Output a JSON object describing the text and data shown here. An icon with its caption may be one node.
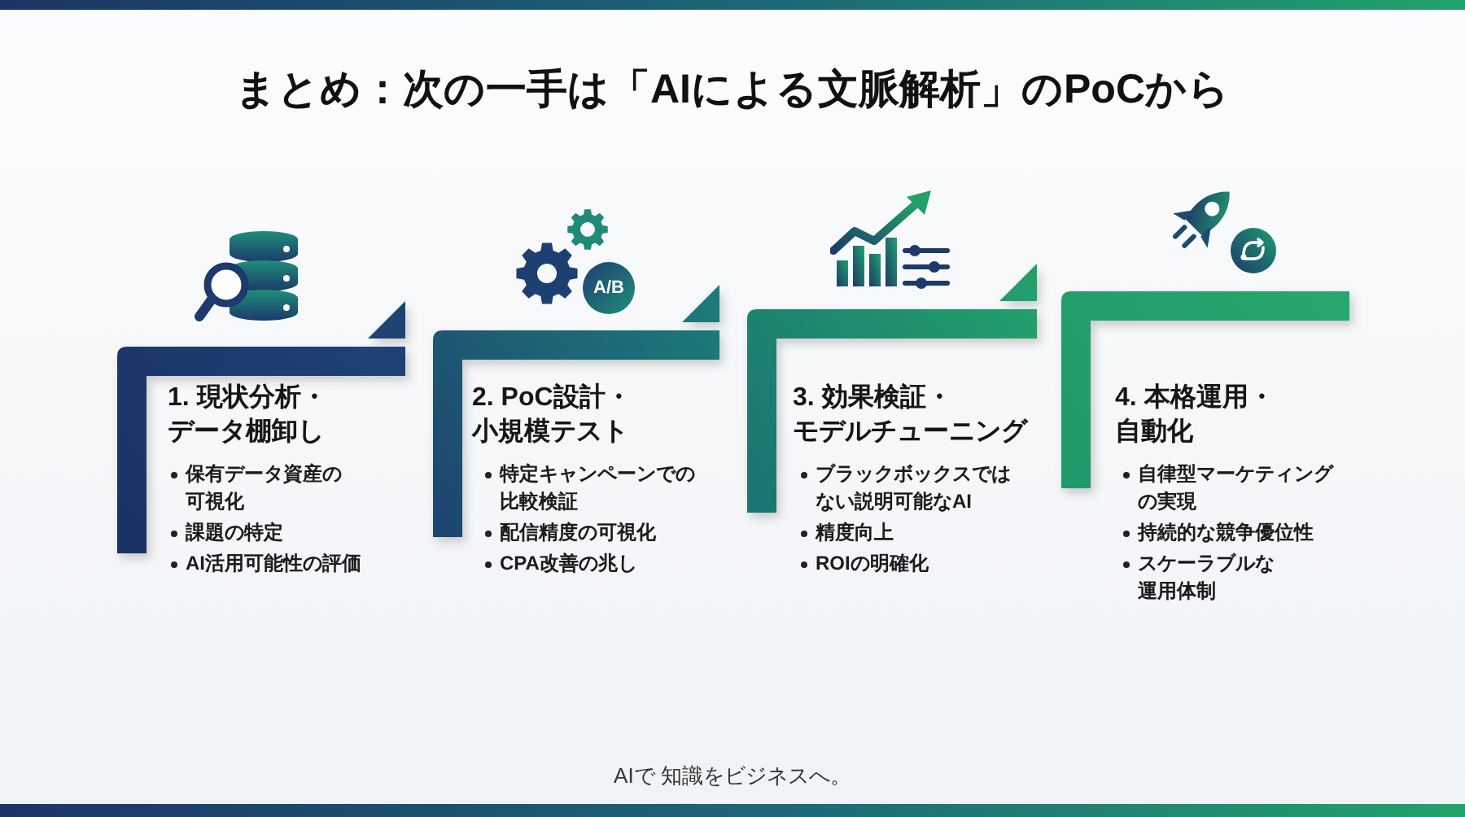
{
  "diagram": {
    "title": "まとめ：次の一手は「AIによる文脈解析」のPoCから",
    "nodes": [
      {
        "text": [
          "1. 現状分析・データ棚卸し",
          "保有データ資産の可視化",
          "課題の特定",
          "AI活用可能性の評価"
        ]
      },
      {
        "text": [
          "2. PoC設計・小規模テスト",
          "特定キャンペーンでの比較検証",
          "配信精度の可視化",
          "CPA改善の兆し"
        ]
      },
      {
        "text": [
          "3. 効果検証・モデルチューニング",
          "ブラックボックスではない説明可能なAI",
          "精度向上",
          "ROIの明確化"
        ]
      },
      {
        "text": [
          "4. 本格運用・自動化",
          "自律型マーケティングの実現",
          "持続的な競争優位性",
          "スケーラブルな運用体制"
        ]
      }
    ],
    "labels": [
      "A/B",
      "AIで 知識をビジネスへ。"
    ]
  }
}
